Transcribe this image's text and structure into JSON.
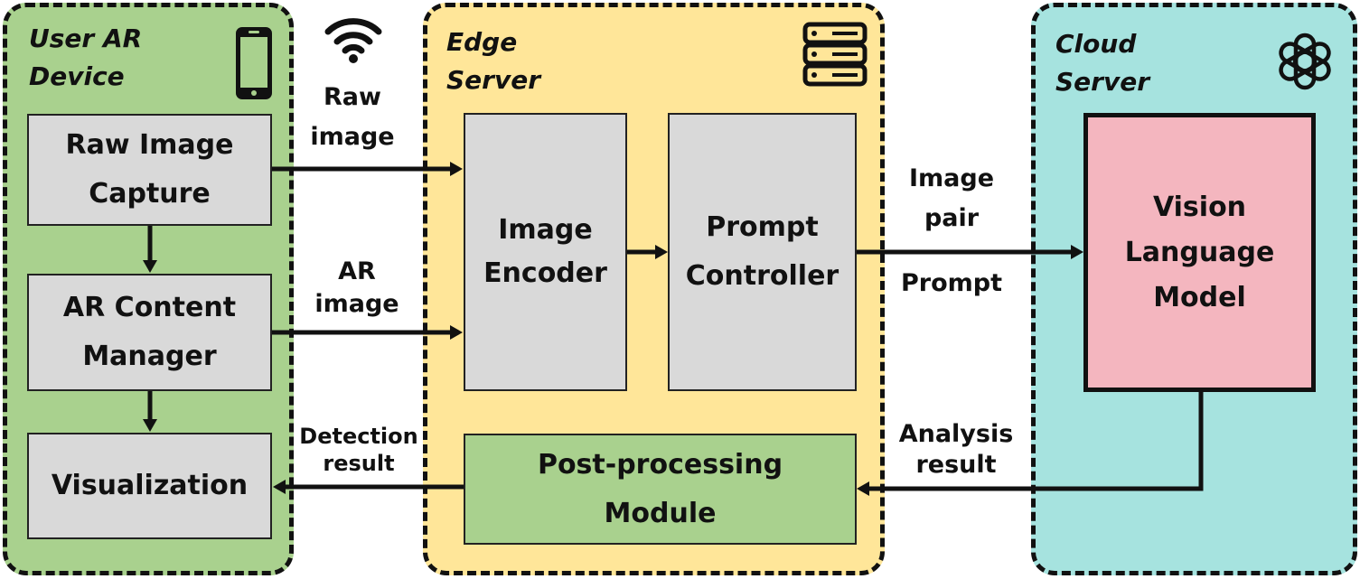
{
  "regions": {
    "user_device": "User AR\nDevice",
    "edge_server": "Edge\nServer",
    "cloud_server": "Cloud\nServer"
  },
  "boxes": {
    "raw_image_capture": "Raw Image\nCapture",
    "ar_content_manager": "AR Content\nManager",
    "visualization": "Visualization",
    "image_encoder": "Image\nEncoder",
    "prompt_controller": "Prompt\nController",
    "post_processing": "Post-processing\nModule",
    "vlm": "Vision\nLanguage\nModel"
  },
  "labels": {
    "raw_image": "Raw\nimage",
    "ar_image": "AR\nimage",
    "detection_result": "Detection\nresult",
    "image_pair": "Image\npair",
    "prompt": "Prompt",
    "analysis_result": "Analysis\nresult"
  },
  "colors": {
    "user_device_bg": "#a9d18e",
    "edge_server_bg": "#ffe699",
    "cloud_server_bg": "#a6e3df",
    "process_box": "#d9d9d9",
    "post_processing_box": "#a9d18e",
    "vlm_box": "#f4b6bf"
  },
  "icons": {
    "user_device": "smartphone-icon",
    "wireless": "wifi-icon",
    "edge_server": "server-rack-icon",
    "cloud_server": "openai-logo-icon"
  }
}
